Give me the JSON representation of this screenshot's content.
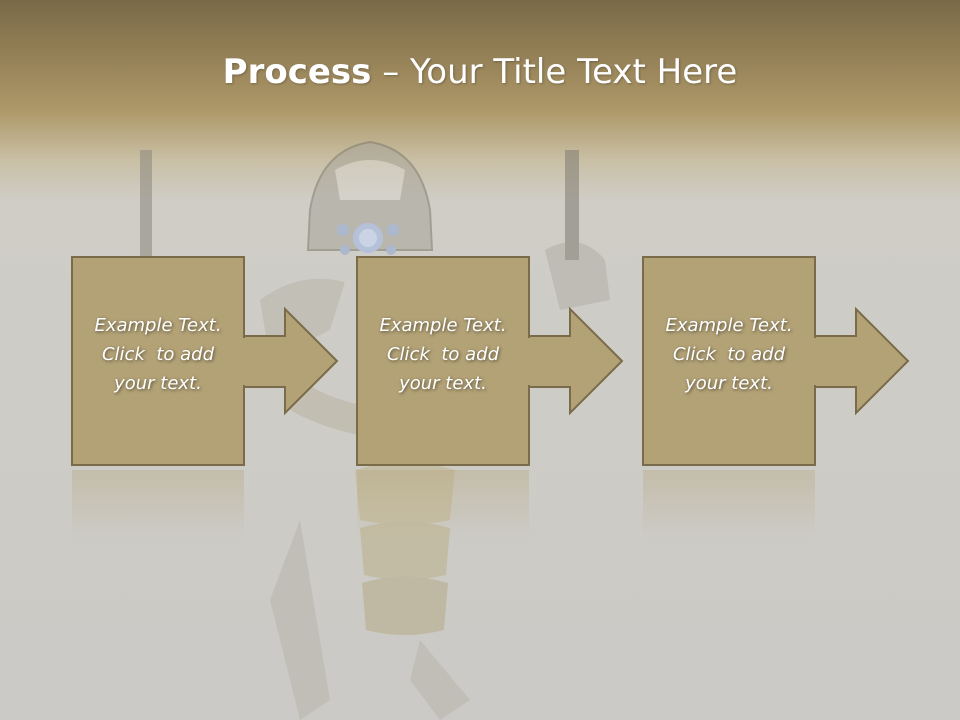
{
  "title": {
    "bold": "Process",
    "dash": "–",
    "rest": "Your Title Text Here"
  },
  "steps": [
    {
      "line1": "Example Text.",
      "line2": "Click  to add",
      "line3": "your text."
    },
    {
      "line1": "Example Text.",
      "line2": "Click  to add",
      "line3": "your text."
    },
    {
      "line1": "Example Text.",
      "line2": "Click  to add",
      "line3": "your text."
    }
  ],
  "colors": {
    "box_fill": "#b3a276",
    "box_stroke": "#7a6c4a",
    "title_text": "#ffffff"
  }
}
